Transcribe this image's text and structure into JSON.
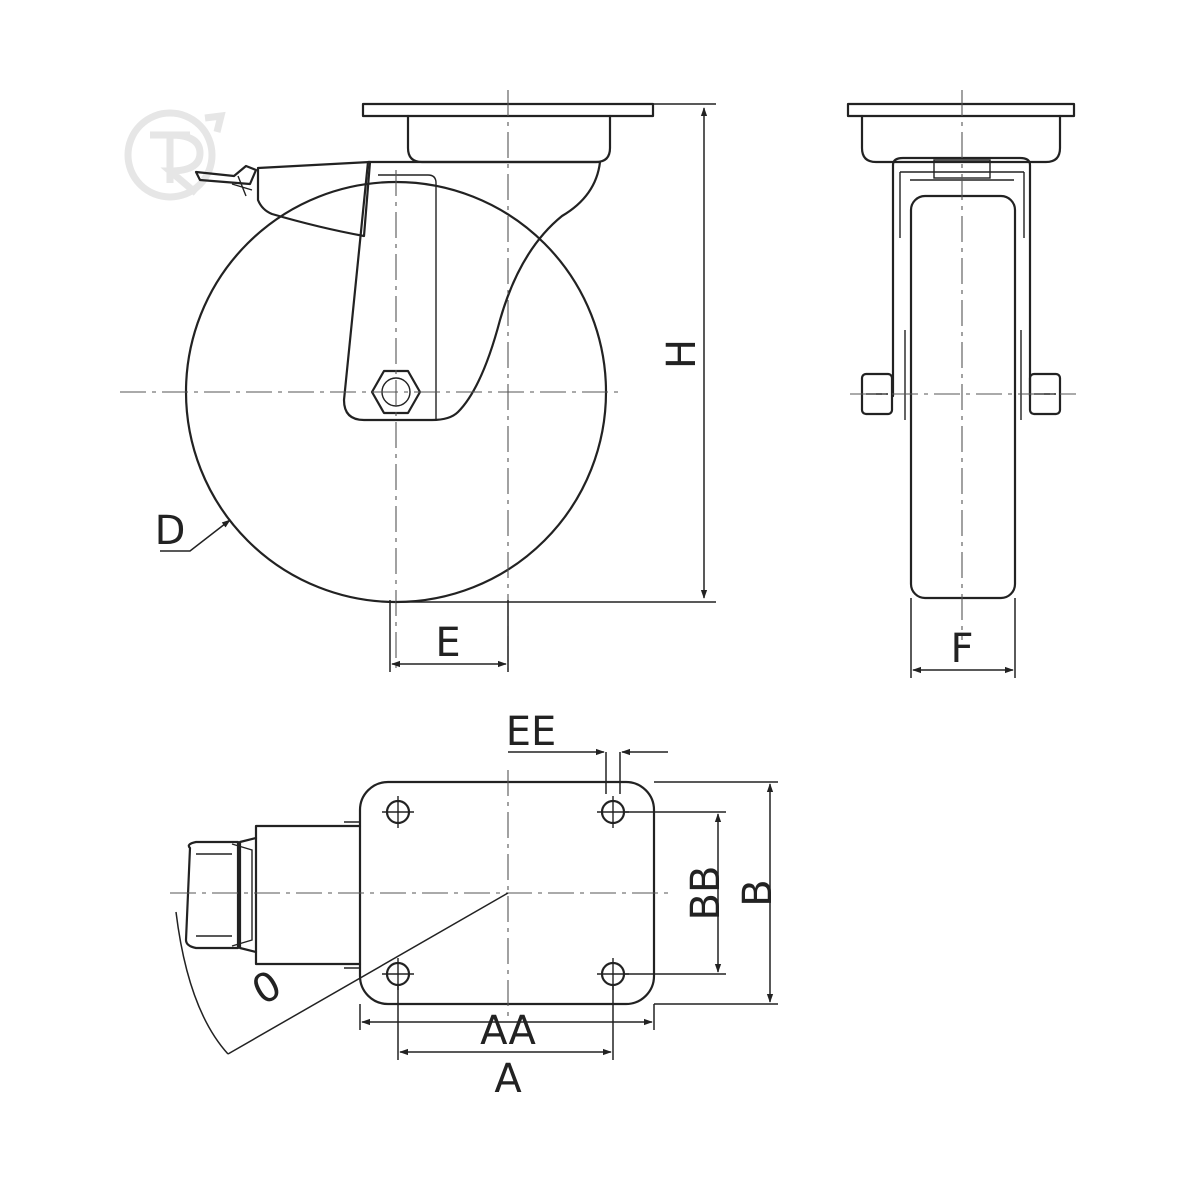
{
  "labels": {
    "h": "H",
    "d": "D",
    "e": "E",
    "f": "F",
    "ee": "EE",
    "bb": "BB",
    "b": "B",
    "aa": "AA",
    "a": "A",
    "swivel_radius": "0"
  }
}
